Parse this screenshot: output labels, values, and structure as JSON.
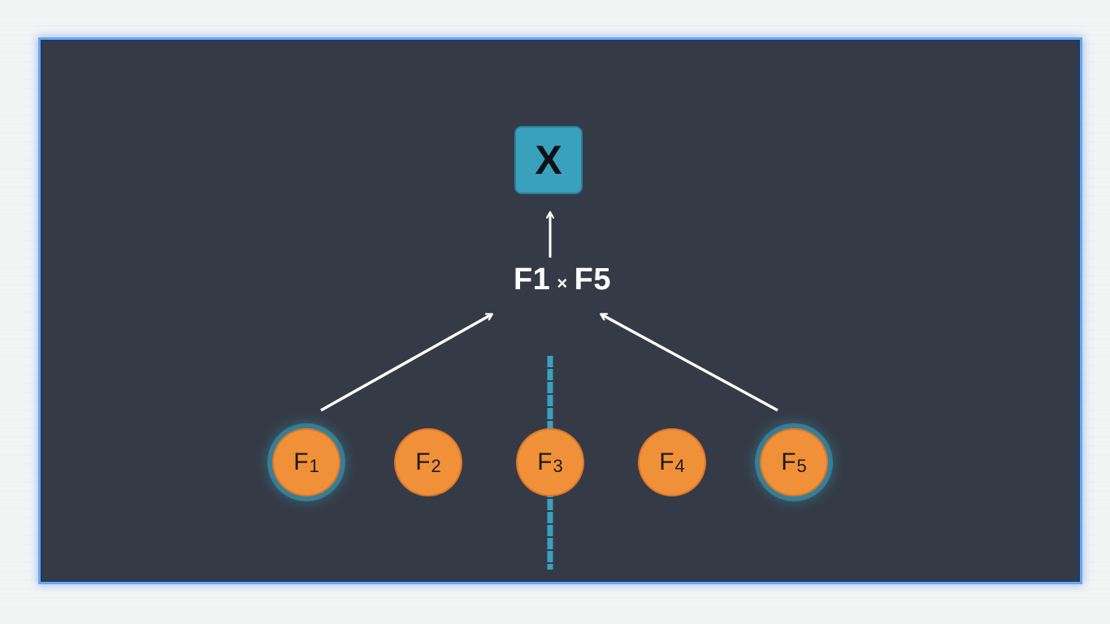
{
  "diagram": {
    "target": {
      "label": "X"
    },
    "product": {
      "left": "F1",
      "op": "×",
      "right": "F5"
    },
    "features": [
      {
        "name": "F",
        "sub": "1",
        "selected": true
      },
      {
        "name": "F",
        "sub": "2",
        "selected": false
      },
      {
        "name": "F",
        "sub": "3",
        "selected": false
      },
      {
        "name": "F",
        "sub": "4",
        "selected": false
      },
      {
        "name": "F",
        "sub": "5",
        "selected": true
      }
    ]
  },
  "colors": {
    "panel_background": "#353b46",
    "panel_border_glow": "#6aa6f0",
    "target_box": "#3aa1bd",
    "feature_node": "#f0913a",
    "arrow": "#ffffff",
    "divider": "#3aa1bd"
  }
}
